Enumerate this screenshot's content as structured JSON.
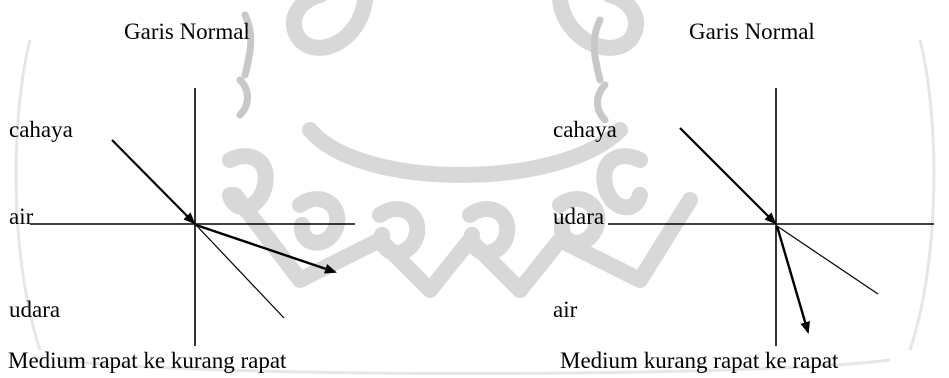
{
  "left_panel": {
    "normal_label": "Garis Normal",
    "medium_top": "air",
    "medium_bottom": "udara",
    "light_label": "cahaya",
    "caption": "Medium rapat ke kurang rapat"
  },
  "right_panel": {
    "normal_label": "Garis Normal",
    "medium_top": "udara",
    "medium_bottom": "air",
    "light_label": "cahaya",
    "caption": "Medium kurang rapat ke rapat"
  },
  "colors": {
    "ink": "#000000",
    "watermark": "#d6d6d6"
  }
}
